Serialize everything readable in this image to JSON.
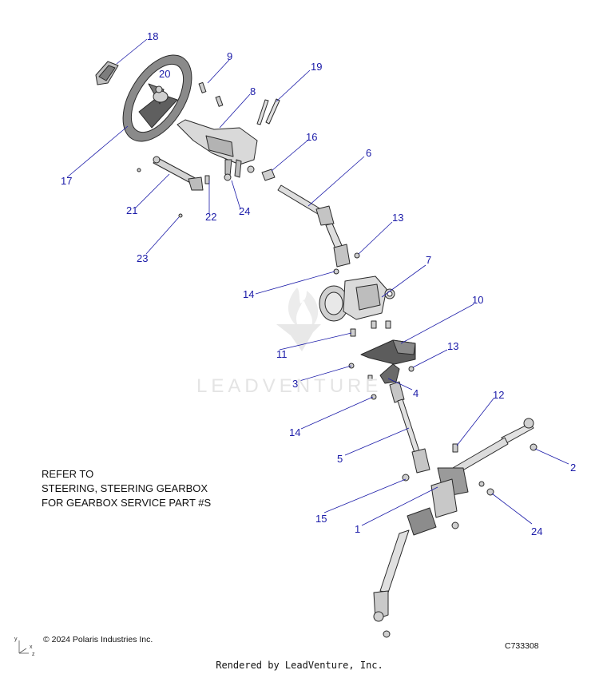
{
  "accent_color": "#1a1aa8",
  "callouts": [
    "18",
    "9",
    "19",
    "20",
    "8",
    "17",
    "16",
    "6",
    "21",
    "22",
    "24",
    "23",
    "13",
    "7",
    "14",
    "10",
    "11",
    "13",
    "3",
    "4",
    "12",
    "14",
    "2",
    "5",
    "15",
    "1",
    "24"
  ],
  "note": {
    "line1": "REFER TO",
    "line2": "STEERING, STEERING GEARBOX",
    "line3": "FOR GEARBOX SERVICE PART #S"
  },
  "footer": {
    "copyright": "© 2024 Polaris Industries Inc.",
    "figure_id": "C733308",
    "rendered_by": "Rendered by LeadVenture, Inc."
  },
  "watermark": {
    "text": "LEADVENTURE",
    "logo_icon": "leadventure-flame-logo-icon"
  },
  "axis_labels": {
    "x": "x",
    "y": "y",
    "z": "z"
  }
}
